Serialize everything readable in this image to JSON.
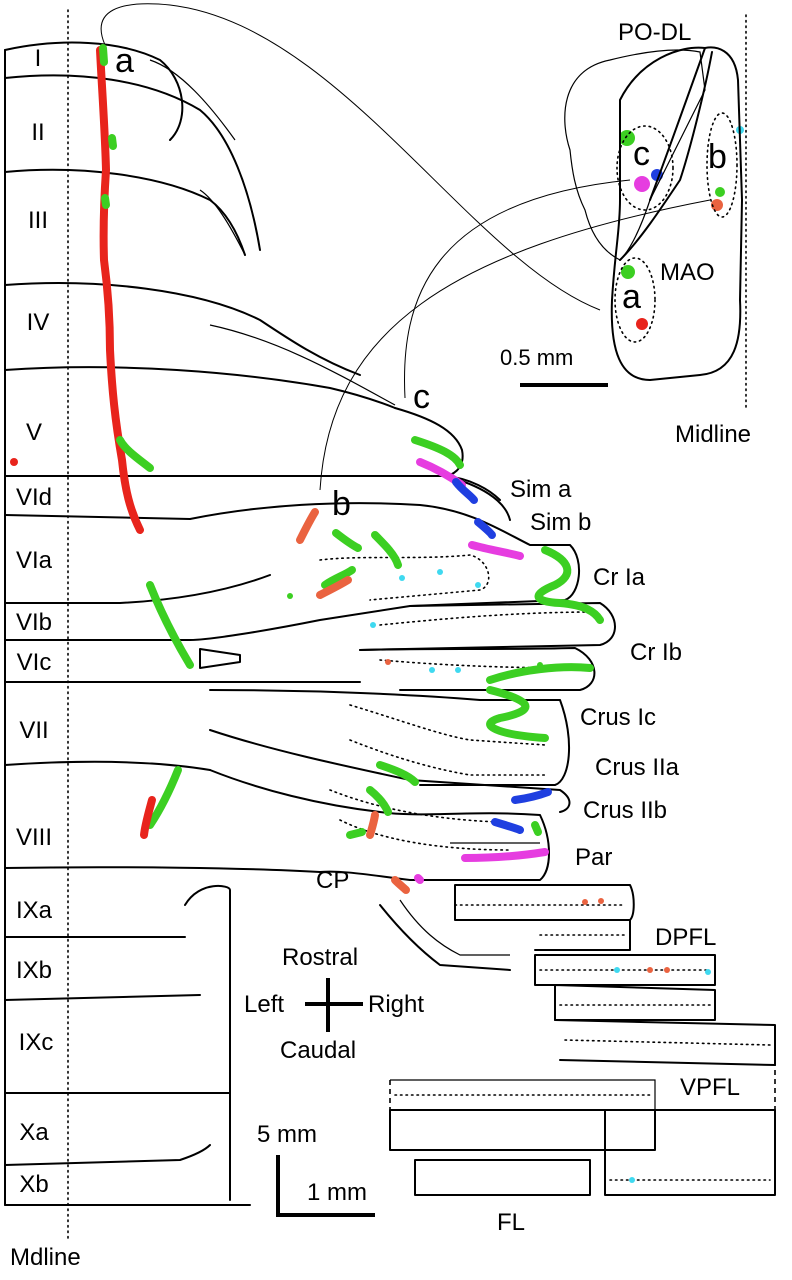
{
  "colors": {
    "red": "#e8241c",
    "green": "#3ccf22",
    "orange": "#ea6340",
    "magenta": "#e63de0",
    "blue": "#1f3fe0",
    "cyan": "#3fd9f0"
  },
  "lobules": [
    "I",
    "II",
    "III",
    "IV",
    "V",
    "VId",
    "VIa",
    "VIb",
    "VIc",
    "VII",
    "VIII",
    "IXa",
    "IXb",
    "IXc",
    "Xa",
    "Xb"
  ],
  "lobule_letters": {
    "a": "a",
    "b": "b",
    "c": "c"
  },
  "folia": {
    "sim_a": "Sim a",
    "sim_b": "Sim b",
    "cr_ia": "Cr Ia",
    "cr_ib": "Cr Ib",
    "crus_ic": "Crus Ic",
    "crus_iia": "Crus IIa",
    "crus_iib": "Crus IIb",
    "par": "Par",
    "cp": "CP",
    "dpfl": "DPFL",
    "vpfl": "VPFL",
    "fl": "FL"
  },
  "inset": {
    "title": "PO-DL",
    "mao": "MAO",
    "scale": "0.5 mm",
    "midline": "Midline",
    "letters": {
      "a": "a",
      "b": "b",
      "c": "c"
    }
  },
  "compass": {
    "rostral": "Rostral",
    "caudal": "Caudal",
    "left": "Left",
    "right": "Right"
  },
  "scale": {
    "vertical": "5 mm",
    "horizontal": "1 mm"
  },
  "midline_label": "Mdline"
}
